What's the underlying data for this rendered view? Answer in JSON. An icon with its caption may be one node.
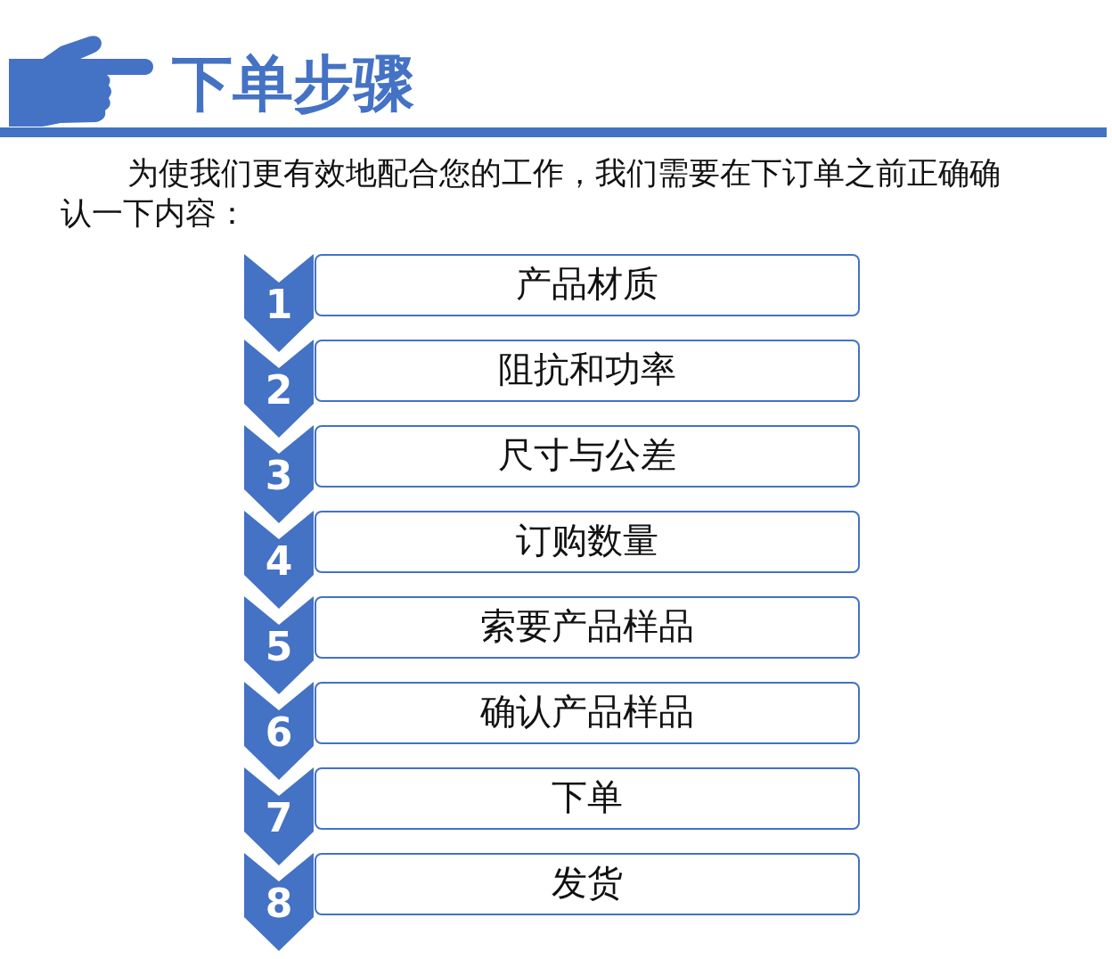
{
  "diagram": {
    "title": "下单步骤",
    "nodes": [
      {
        "text": [
          "1"
        ]
      },
      {
        "text": [
          "产品材质"
        ]
      },
      {
        "text": [
          "2"
        ]
      },
      {
        "text": [
          "阻抗和功率"
        ]
      },
      {
        "text": [
          "3"
        ]
      },
      {
        "text": [
          "尺寸与公差"
        ]
      },
      {
        "text": [
          "4"
        ]
      },
      {
        "text": [
          "订购数量"
        ]
      },
      {
        "text": [
          "5"
        ]
      },
      {
        "text": [
          "索要产品样品"
        ]
      },
      {
        "text": [
          "6"
        ]
      },
      {
        "text": [
          "确认产品样品"
        ]
      },
      {
        "text": [
          "7"
        ]
      },
      {
        "text": [
          "下单"
        ]
      },
      {
        "text": [
          "8"
        ]
      },
      {
        "text": [
          "发货"
        ]
      }
    ],
    "labels": [
      "为使我们更有效地配合您的工作，我们需要在下订单之前正确确认一下内容："
    ]
  }
}
